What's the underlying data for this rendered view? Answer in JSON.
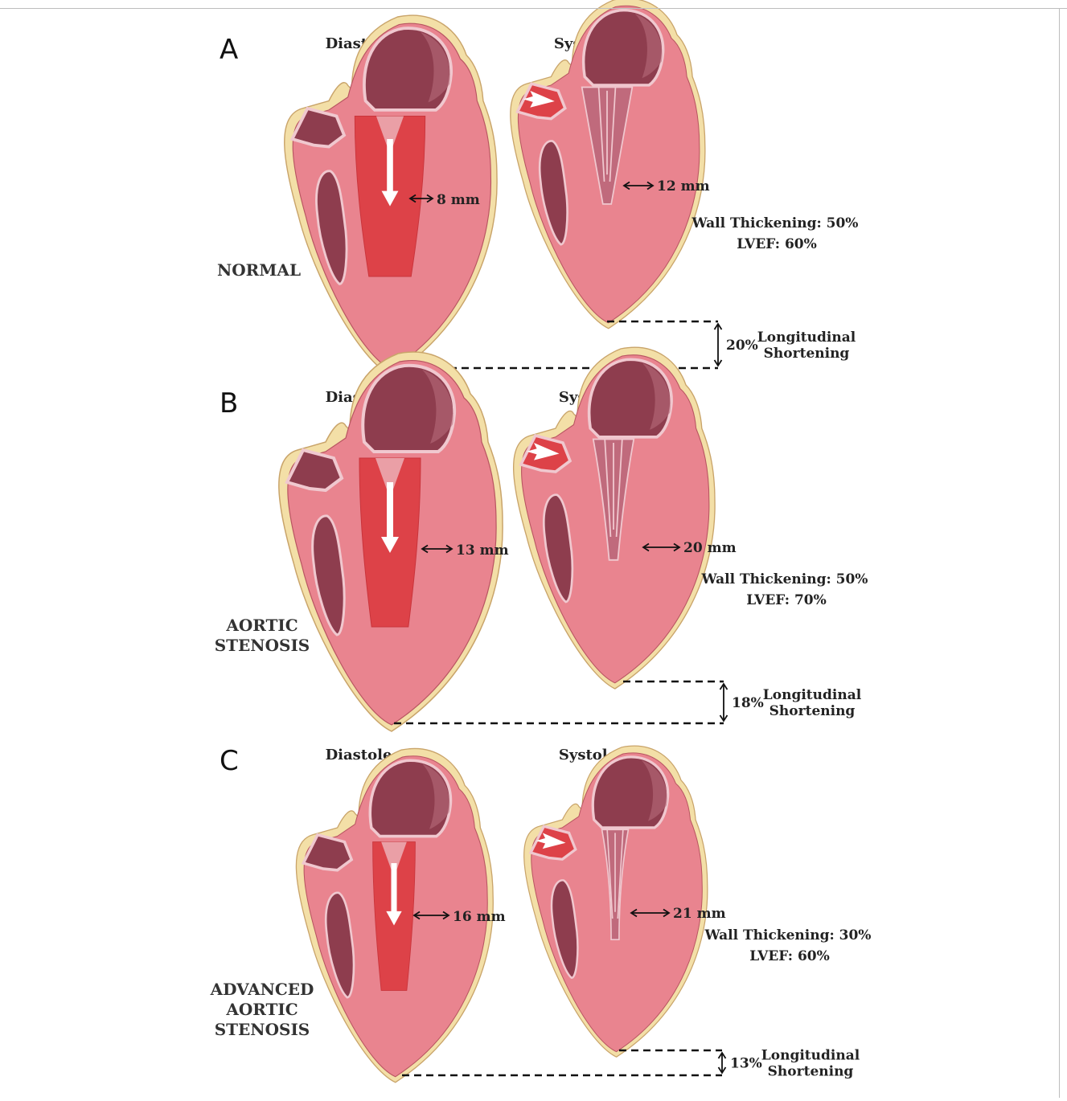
{
  "panels": [
    {
      "letter": "A",
      "condition": [
        "NORMAL"
      ],
      "diastole_label": "Diastole",
      "systole_label": "Systole",
      "diastole_wall": "8 mm",
      "systole_wall": "12 mm",
      "wall_thickening": "Wall Thickening: 50%",
      "lvef": "LVEF: 60%",
      "shortening_pct": "20%",
      "shortening_label": [
        "Longitudinal",
        "Shortening"
      ]
    },
    {
      "letter": "B",
      "condition": [
        "AORTIC",
        "STENOSIS"
      ],
      "diastole_label": "Diastole",
      "systole_label": "Systole",
      "diastole_wall": "13 mm",
      "systole_wall": "20 mm",
      "wall_thickening": "Wall Thickening: 50%",
      "lvef": "LVEF: 70%",
      "shortening_pct": "18%",
      "shortening_label": [
        "Longitudinal",
        "Shortening"
      ]
    },
    {
      "letter": "C",
      "condition": [
        "ADVANCED",
        "AORTIC",
        "STENOSIS"
      ],
      "diastole_label": "Diastole",
      "systole_label": "Systole",
      "diastole_wall": "16 mm",
      "systole_wall": "21 mm",
      "wall_thickening": "Wall Thickening: 30%",
      "lvef": "LVEF: 60%",
      "shortening_pct": "13%",
      "shortening_label": [
        "Longitudinal",
        "Shortening"
      ]
    }
  ],
  "colors": {
    "pericardium": "#f3dfa7",
    "pericardium_edge": "#c9a46a",
    "myocardium": "#e9848f",
    "myocardium_edge": "#b85561",
    "chamber_blood": "#dd4248",
    "chamber_blood_dark": "#c9343b",
    "atrium": "#8e3d4e",
    "atrium_light": "#b56a7a",
    "valve_tissue": "#f0c8cf",
    "systole_chamber": "#c06a7c",
    "arrow": "#ffffff"
  }
}
